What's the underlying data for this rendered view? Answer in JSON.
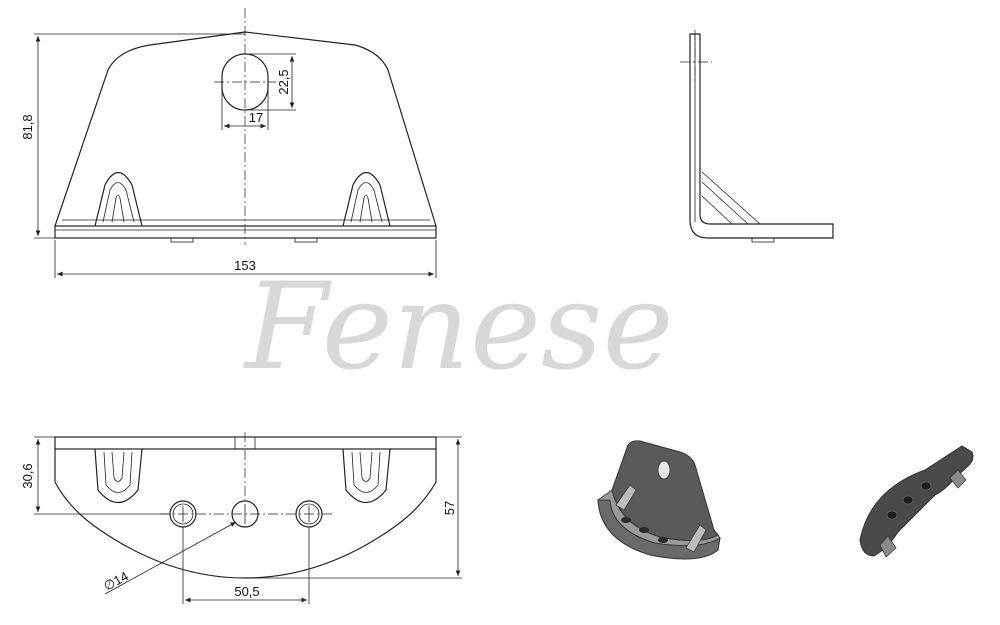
{
  "watermark": "Fenese",
  "front_view": {
    "overall_height": "81,8",
    "overall_width": "153",
    "slot_width": "17",
    "slot_height": "22,5"
  },
  "bottom_view": {
    "flange_depth": "30,6",
    "overall_depth": "57",
    "hole_pitch": "50,5",
    "hole_diameter": "∅14"
  },
  "colors": {
    "line": "#222222",
    "watermark": "#d8d8d8",
    "part_fill": "#555555"
  }
}
